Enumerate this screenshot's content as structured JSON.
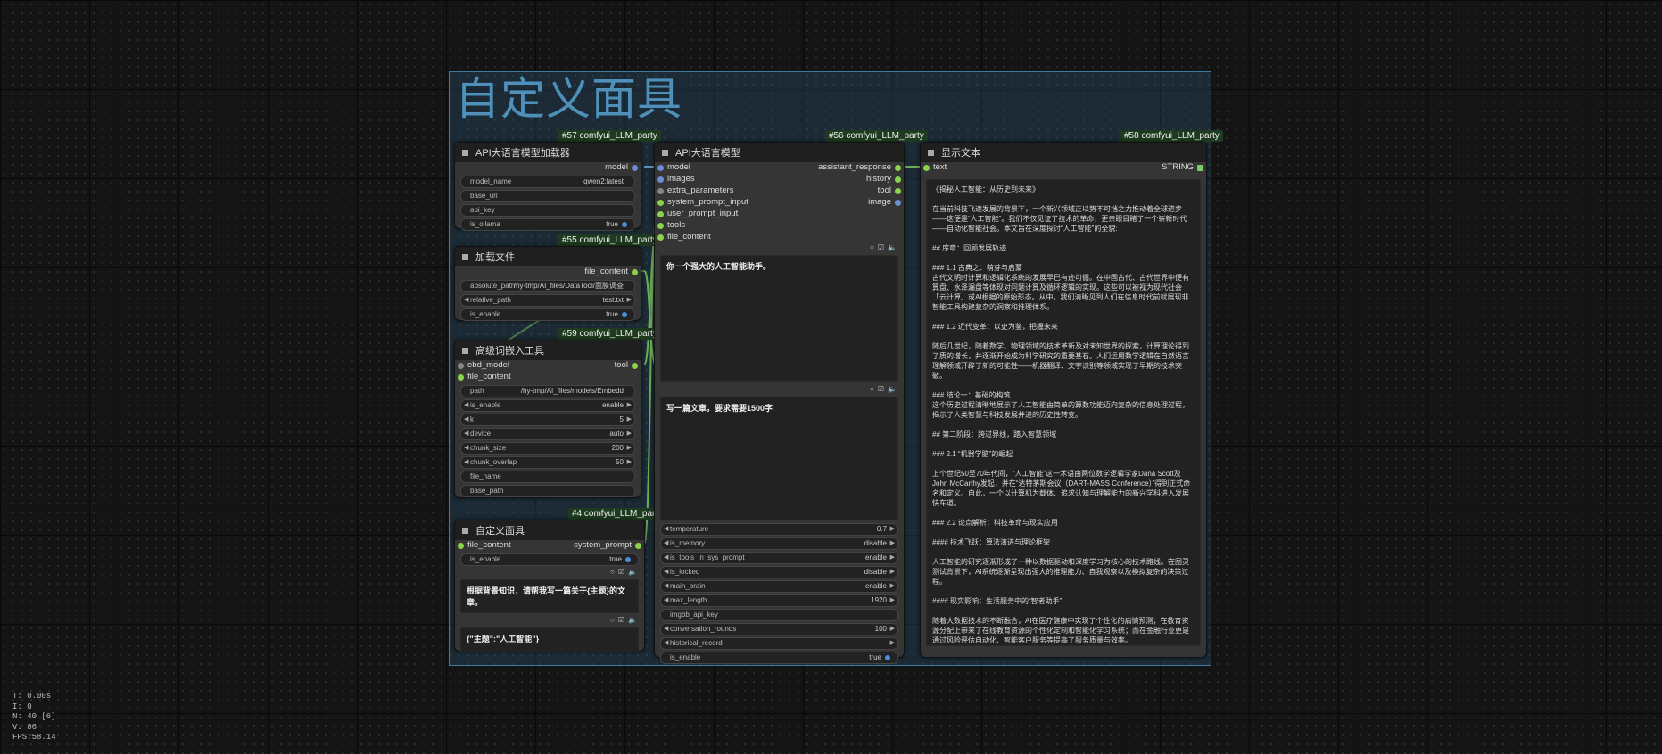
{
  "group": {
    "title": "自定义面具"
  },
  "nodes": {
    "llm_loader": {
      "badge": "#57 comfyui_LLM_party",
      "title": "API大语言模型加载器",
      "output": "model",
      "widgets": [
        {
          "k": "model_name",
          "v": "qwen2:latest"
        },
        {
          "k": "base_url",
          "v": ""
        },
        {
          "k": "api_key",
          "v": ""
        },
        {
          "k": "is_ollama",
          "v": "true"
        }
      ]
    },
    "load_file": {
      "badge": "#55 comfyui_LLM_party",
      "title": "加载文件",
      "output": "file_content",
      "widgets": [
        {
          "k": "absolute_path",
          "v": "/hy-tmp/AI_files/DataTool/面膜调查"
        },
        {
          "k": "relative_path",
          "v": "test.txt"
        },
        {
          "k": "is_enable",
          "v": "true"
        }
      ]
    },
    "embed_tool": {
      "badge": "#59 comfyui_LLM_party",
      "title": "高级词嵌入工具",
      "inputs": [
        "ebd_model",
        "file_content"
      ],
      "output": "tool",
      "widgets": [
        {
          "k": "path",
          "v": "/hy-tmp/AI_files/models/Embedd"
        },
        {
          "k": "is_enable",
          "v": "enable"
        },
        {
          "k": "k",
          "v": "5"
        },
        {
          "k": "device",
          "v": "auto"
        },
        {
          "k": "chunk_size",
          "v": "200"
        },
        {
          "k": "chunk_overlap",
          "v": "50"
        },
        {
          "k": "file_name",
          "v": ""
        },
        {
          "k": "base_path",
          "v": ""
        }
      ]
    },
    "mask": {
      "badge": "#4 comfyui_LLM_party",
      "title": "自定义面具",
      "input": "file_content",
      "output": "system_prompt",
      "widgets": [
        {
          "k": "is_enable",
          "v": "true"
        }
      ],
      "text1": "根据背景知识，请帮我写一篇关于{主题}的文章。",
      "text2": "{\"主题\":\"人工智能\"}"
    },
    "llm": {
      "badge": "#56 comfyui_LLM_party",
      "title": "API大语言模型",
      "inputs": [
        "model",
        "images",
        "extra_parameters",
        "system_prompt_input",
        "user_prompt_input",
        "tools",
        "file_content"
      ],
      "outputs": [
        "assistant_response",
        "history",
        "tool",
        "image"
      ],
      "system_text": "你一个强大的人工智能助手。",
      "user_text": "写一篇文章，要求需要1500字",
      "widgets": [
        {
          "k": "temperature",
          "v": "0.7"
        },
        {
          "k": "is_memory",
          "v": "disable"
        },
        {
          "k": "is_tools_in_sys_prompt",
          "v": "enable"
        },
        {
          "k": "is_locked",
          "v": "disable"
        },
        {
          "k": "main_brain",
          "v": "enable"
        },
        {
          "k": "max_length",
          "v": "1920"
        },
        {
          "k": "imgbb_api_key",
          "v": ""
        },
        {
          "k": "conversation_rounds",
          "v": "100"
        },
        {
          "k": "historical_record",
          "v": ""
        },
        {
          "k": "is_enable",
          "v": "true"
        }
      ]
    },
    "show_text": {
      "badge": "#58 comfyui_LLM_party",
      "title": "显示文本",
      "input": "text",
      "output": "STRING",
      "content": "《揭秘人工智能：从历史到未来》\n\n在当前科技飞速发展的背景下，一个新兴领域正以势不可挡之力推动着全球进步——这便是“人工智能”。我们不仅见证了技术的革命，更亲眼目睹了一个崭新时代——自动化智能社会。本文旨在深度探讨“人工智能”的全貌:\n\n## 序章：回顾发展轨迹\n\n### 1.1 古典之：萌芽与启蒙\n古代文明时计算和逻辑化系统的发展早已有迹可循。在中国古代、古代世界中便有算盘、水泽漏盘等体现对问题计算及循环逻辑的实现。这些可以被视为现代社会「云计算」或AI根据的原始形态。从中，我们清晰见到人们在信息时代前就展现非智能工具构建复杂的洞察和推理体系。\n\n### 1.2 近代变革：以史为鉴，把握未来\n\n随后几世纪，随着数学、物理领域的技术革新及对未知世界的探索，计算理论得到了质的增长，并逐渐开始成为科学研究的重要基石。人们运用数学逻辑在自然语言理解领域开辟了新的可能性——机器翻译、文字识别等领域实现了早期的技术突破。\n\n### 结论一：基础的构筑\n这个历史过程清晰地展示了人工智能由简单的算数功能迈向复杂的信息处理过程，揭示了人类智慧与科技发展并进的历史性转变。\n\n## 第二阶段：跨过界线，踏入智慧领域\n\n### 2.1 “机器学脑”的崛起\n\n上个世纪50至70年代间，“人工智能”这一术语由两位数学逻辑学家Dana Scott及John McCarthy发起，并在“达特茅斯会议（DART-MASS Conference）”得到正式命名和定义。自此，一个以计算机为载体、追求认知与理解能力的新兴学科进入发展快车道。\n\n### 2.2 论点解析：科技革命与现实应用\n\n#### 技术飞跃：算法演进与理论框架\n\n人工智能的研究逐渐形成了一种以数据驱动和深度学习为核心的技术路线。在图灵测试背景下，AI系统逐渐呈现出强大的推理能力、自我观察以及模拟复杂的决策过程。\n\n#### 现实影响：生活服务中的“智者助手”\n\n随着大数据技术的不断融合，AI在医疗健康中实现了个性化的病情预测；在教育资源分配上带来了在线教育资源的个性化定制和智能化学习系统；而在金融行业更是通过风险评估自动化、智能客户服务等提高了服务质量与效率。\n\n### 结束语：“机器之心”的发展前景\n目前人工智能已经突破了特定任务处理阶段，开始融入至各个生活领域成为不可或缺的力量。但，技术仍存在一些瓶颈:\n\n#### 障碍之一：理解和模拟自然逻辑困难度\n当前AI仍难以理解深层次自然语言中的隐含和意图，这在某种程度上对多语种交流及其智能生成与解析造成了阻碍。"
    }
  },
  "stats": [
    "T: 0.00s",
    "I: 0",
    "N: 40 [6]",
    "V: 86",
    "FPS:58.14"
  ]
}
